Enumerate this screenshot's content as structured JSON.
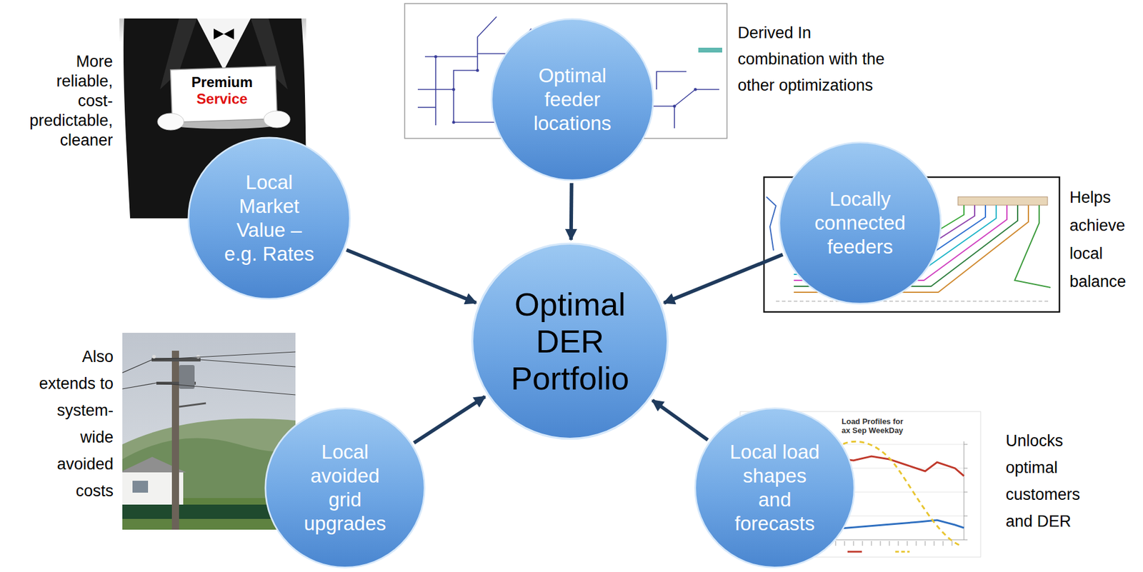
{
  "diagram": {
    "nodes": [
      {
        "text": [
          "Optimal feeder locations"
        ]
      },
      {
        "text": [
          "Local Market Value – e.g. Rates"
        ]
      },
      {
        "text": [
          "Locally connected feeders"
        ]
      },
      {
        "text": [
          "Optimal DER Portfolio"
        ]
      },
      {
        "text": [
          "Local avoided grid upgrades"
        ]
      },
      {
        "text": [
          "Local load shapes and forecasts"
        ]
      }
    ],
    "edges": [
      {
        "from": 0,
        "to": 3,
        "arrow": "to"
      },
      {
        "from": 1,
        "to": 3,
        "arrow": "to"
      },
      {
        "from": 2,
        "to": 3,
        "arrow": "to"
      },
      {
        "from": 4,
        "to": 3,
        "arrow": "to"
      },
      {
        "from": 5,
        "to": 3,
        "arrow": "to"
      }
    ],
    "labels": [
      "More reliable, cost-predictable, cleaner",
      "Premium",
      "Service",
      "Derived In combination with the other optimizations",
      "Helps achieve local balance",
      "Also extends to system-wide avoided costs",
      "Load Profiles for",
      "ax Sep WeekDay",
      "Unlocks optimal customers and DER"
    ]
  }
}
